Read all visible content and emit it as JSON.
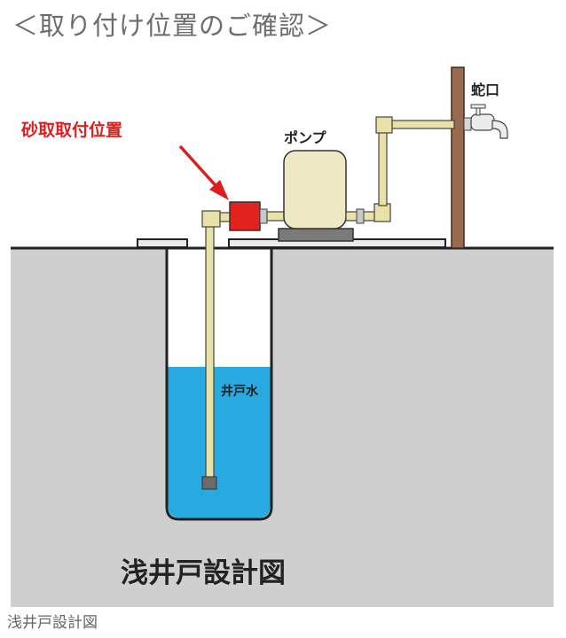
{
  "heading": "＜取り付け位置のご確認＞",
  "labels": {
    "install_position": "砂取取付位置",
    "pump": "ポンプ",
    "faucet": "蛇口",
    "well_water": "井戸水",
    "diagram_title": "浅井戸設計図"
  },
  "caption": "浅井戸設計図",
  "colors": {
    "ground": "#cfcfcf",
    "water": "#28a9e0",
    "pipe": "#e8e2a6",
    "pump_body": "#efe8c4",
    "sand_filter": "#e2221f",
    "post": "#9a6a4e",
    "accent_text": "#dd1e1e"
  }
}
